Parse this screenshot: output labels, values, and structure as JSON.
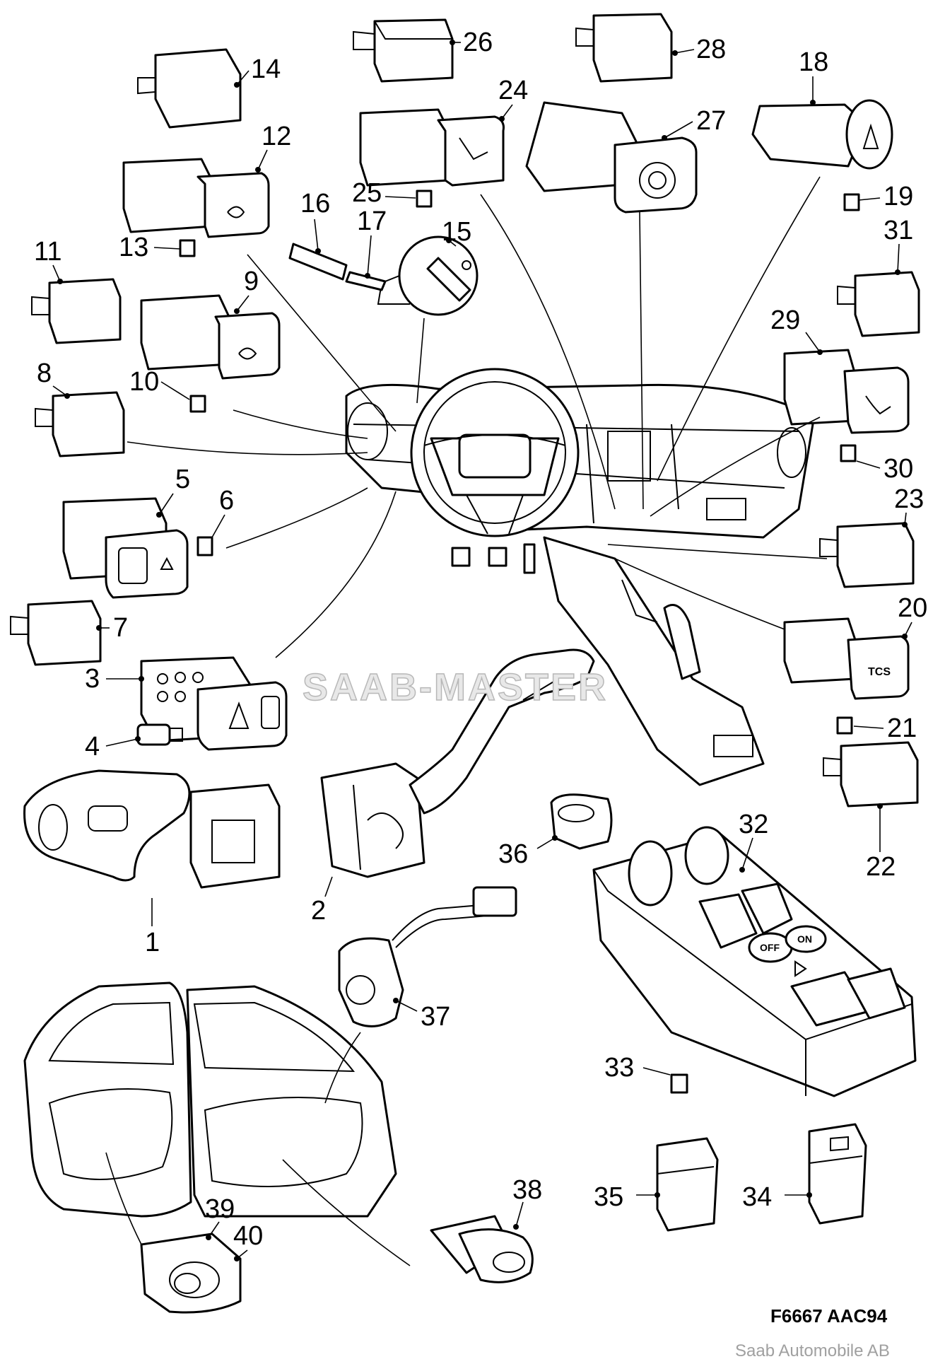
{
  "diagram": {
    "watermark": "SAAB-MASTER",
    "figure_code": "F6667 AAC94",
    "credit": "Saab Automobile AB",
    "callouts": [
      "1",
      "2",
      "3",
      "4",
      "5",
      "6",
      "7",
      "8",
      "9",
      "10",
      "11",
      "12",
      "13",
      "14",
      "15",
      "16",
      "17",
      "18",
      "19",
      "20",
      "21",
      "22",
      "23",
      "24",
      "25",
      "26",
      "27",
      "28",
      "29",
      "30",
      "31",
      "32",
      "33",
      "34",
      "35",
      "36",
      "37",
      "38",
      "39",
      "40"
    ],
    "inline_labels": {
      "tcs": "TCS",
      "off": "OFF",
      "on": "ON"
    }
  }
}
